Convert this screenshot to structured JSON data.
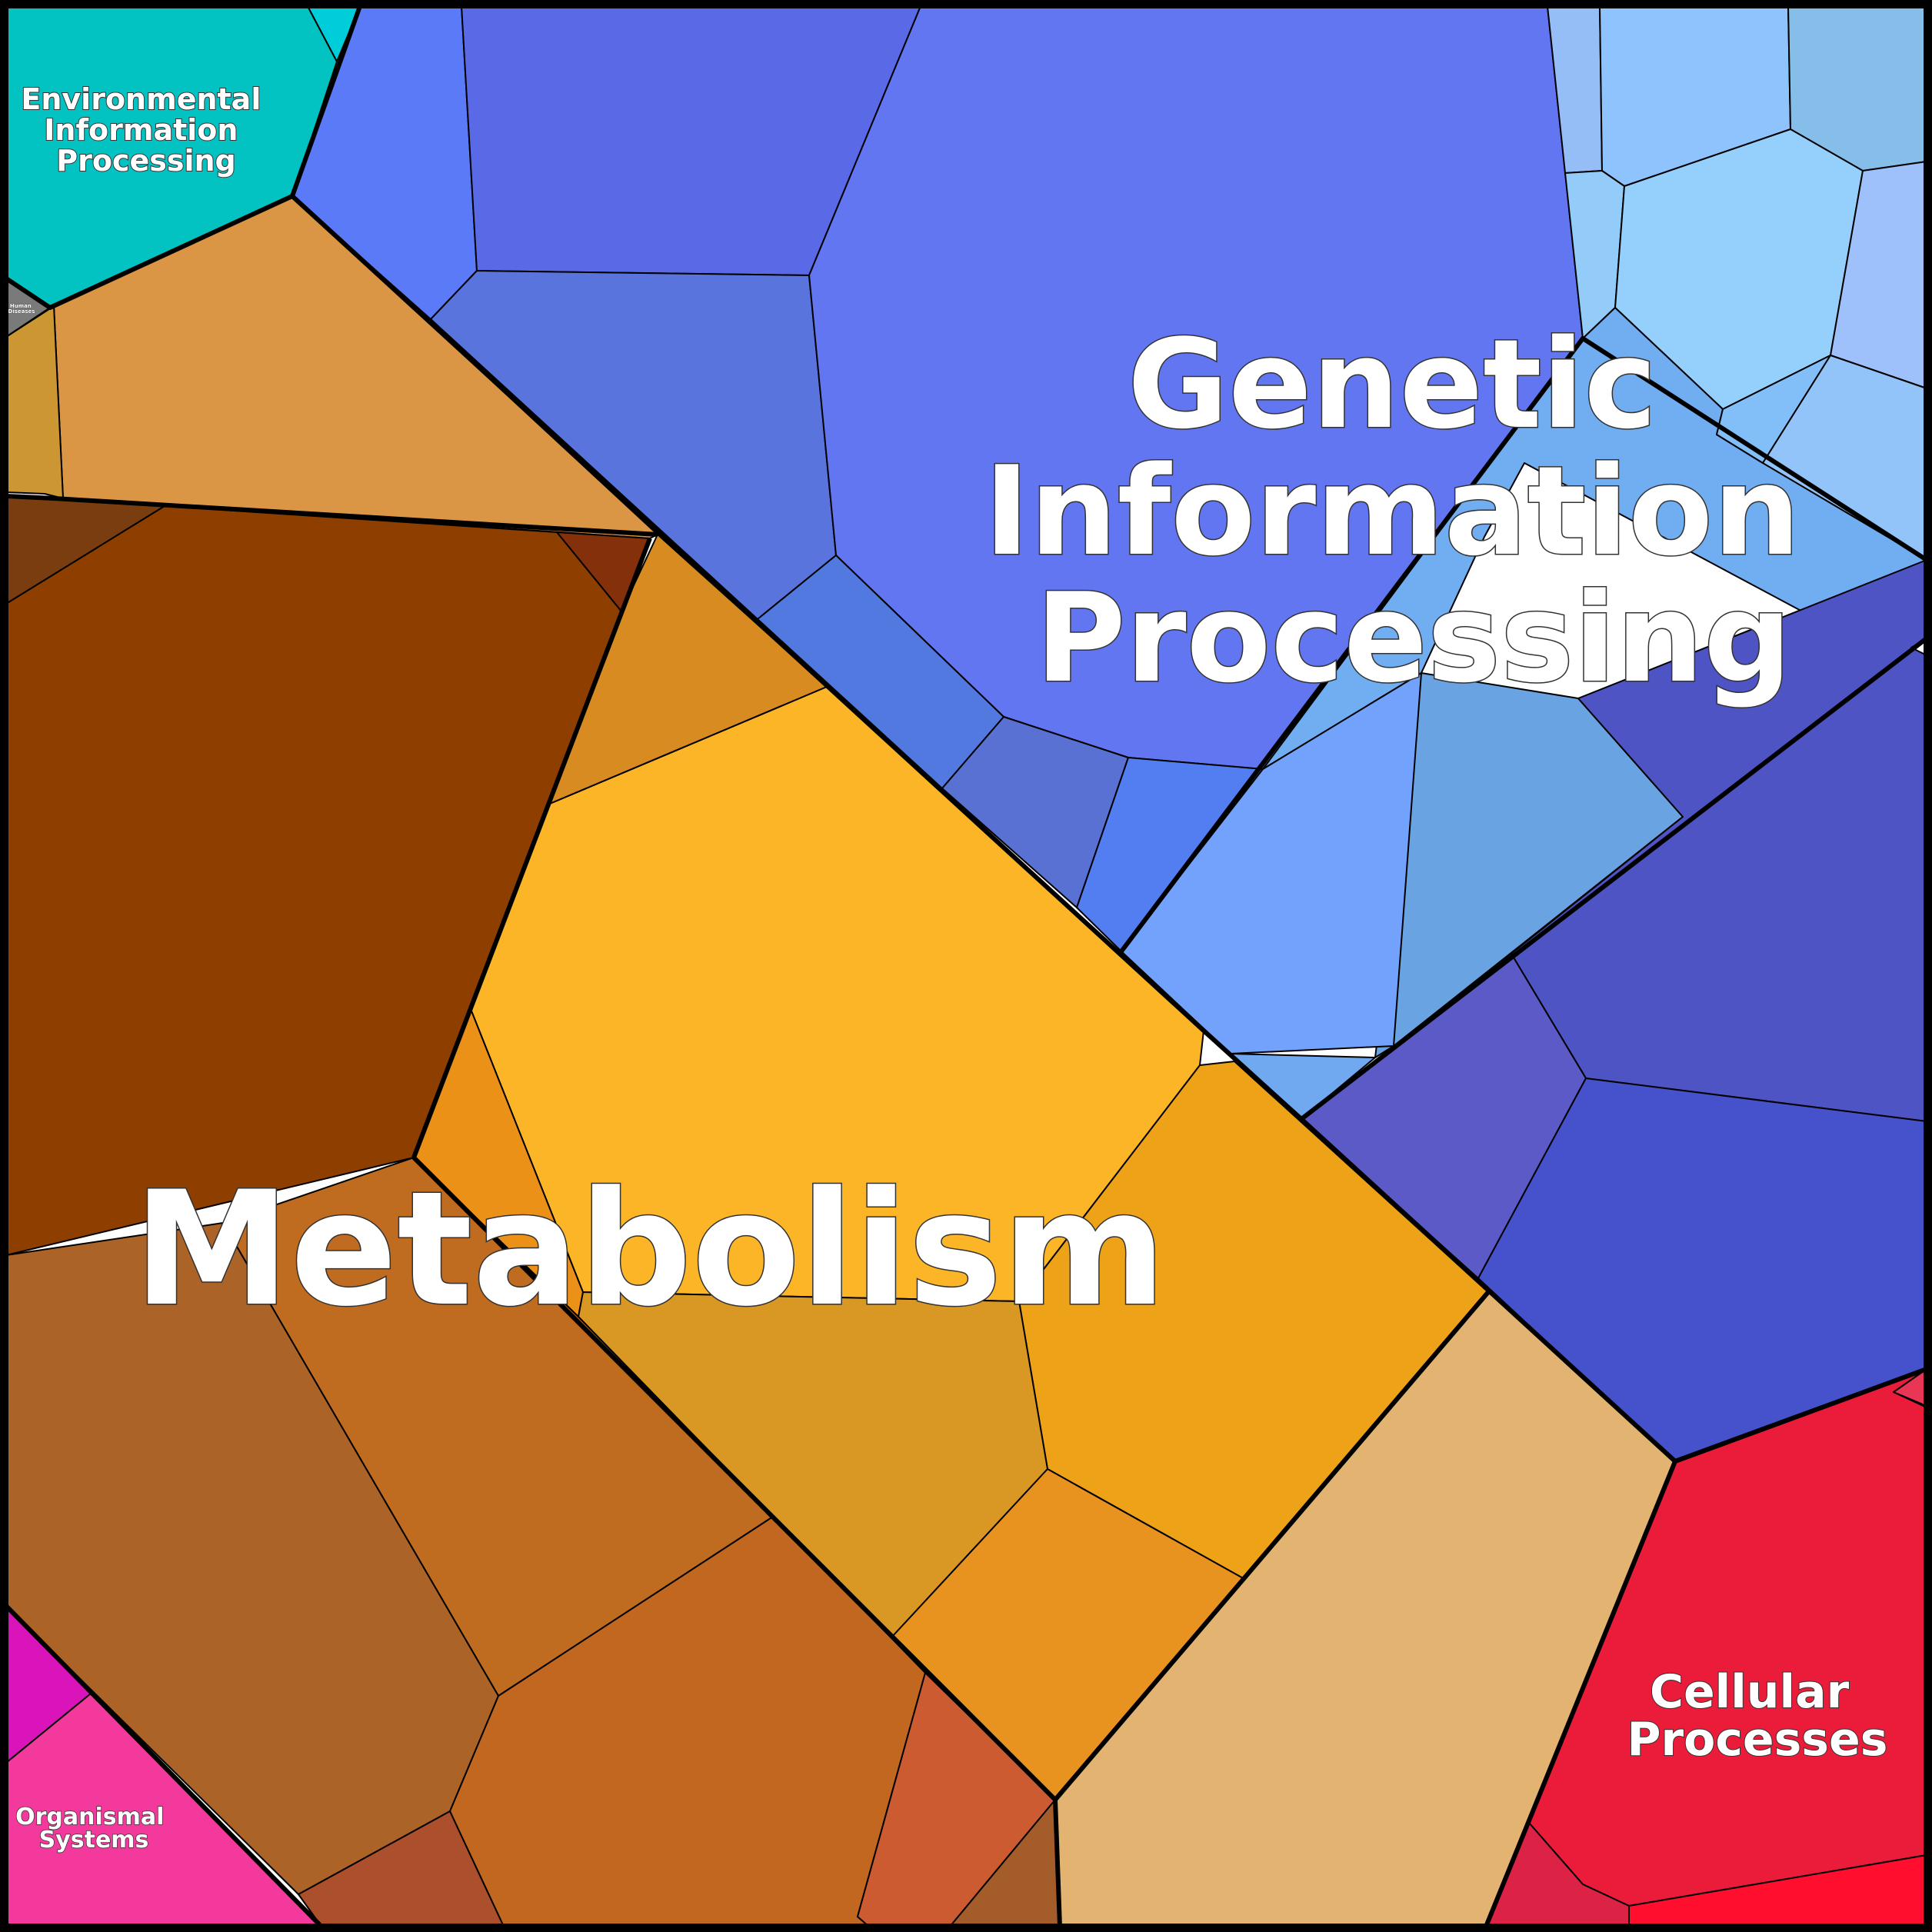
{
  "diagram": {
    "type": "voronoi-treemap",
    "categories": [
      {
        "key": "metabolism",
        "label_lines": [
          "Metabolism"
        ],
        "color": "#FBB328"
      },
      {
        "key": "genetic",
        "label_lines": [
          "Genetic",
          "Information",
          "Processing"
        ],
        "color": "#6076F2"
      },
      {
        "key": "environmental",
        "label_lines": [
          "Environmental",
          "Information",
          "Processing"
        ],
        "color": "#00C2C2"
      },
      {
        "key": "cellular",
        "label_lines": [
          "Cellular",
          "Processes"
        ],
        "color": "#EB1C3A"
      },
      {
        "key": "organismal",
        "label_lines": [
          "Organismal",
          "Systems"
        ],
        "color": "#F43A9A"
      },
      {
        "key": "human_diseases",
        "label_lines": [
          "Human",
          "Diseases"
        ],
        "color": "#7A7A7A"
      }
    ],
    "colors": {
      "border": "#000000",
      "label_fill": "#ffffff",
      "label_outline": "#333333"
    }
  }
}
